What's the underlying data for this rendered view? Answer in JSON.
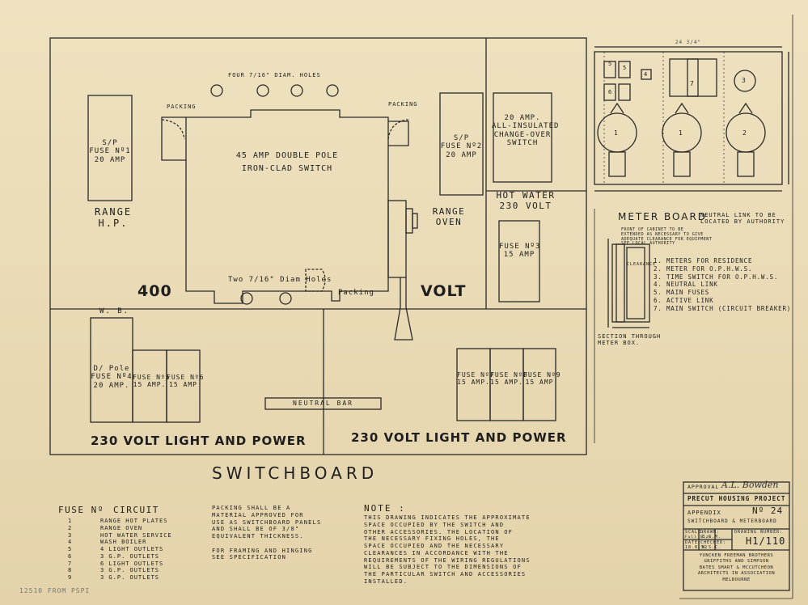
{
  "switchboard": {
    "title": "SWITCHBOARD",
    "range_hp": {
      "fuse": "S/P\nFUSE Nº1\n20 AMP",
      "label": "RANGE\nH.P."
    },
    "range_oven": {
      "fuse": "S/P\nFUSE Nº2\n20 AMP",
      "label": "RANGE\nOVEN"
    },
    "main_switch": "45 AMP DOUBLE POLE\nIRON-CLAD SWITCH",
    "top_holes": "FOUR 7/16\" DIAM. HOLES",
    "bottom_holes": "Two 7/16\" Diam Holes",
    "packing_left": "PACKING",
    "packing_right": "PACKING",
    "packing_bottom": "Packing",
    "changeover": "20 AMP.\nALL-INSULATED\nCHANGE-OVER\nSWITCH",
    "hot_water": "HOT WATER\n230 VOLT",
    "fuse3": "FUSE Nº3\n15 AMP",
    "v400": "400",
    "volt": "VOLT",
    "wb": "W. B.",
    "fuse4": "D/ Pole\nFUSE Nº4\n20 AMP.",
    "fuse5": "FUSE Nº5\n15 AMP.",
    "fuse6": "FUSE Nº6\n15 AMP",
    "fuse7": "FUSE Nº7\n15 AMP.",
    "fuse8": "FUSE Nº8\n15 AMP.",
    "fuse9": "FUSE Nº9\n15 AMP",
    "neutral_bar": "NEUTRAL BAR",
    "light_power_left": "230 VOLT LIGHT AND POWER",
    "light_power_right": "230 VOLT LIGHT AND POWER"
  },
  "meter_board": {
    "title": "METER BOARD",
    "neutral_note": "NEUTRAL LINK TO BE\nLOCATED BY AUTHORITY",
    "front_note": "FRONT OF CABINET TO BE\nEXTENDED AS NECESSARY TO GIVE\nADEQUATE CLEARANCE FOR EQUIPMENT\nSEE LOCAL AUTHORITY",
    "clearance": "CLEARANCE",
    "section": "SECTION THROUGH\nMETER BOX.",
    "dims": "24 3/4\"",
    "items": [
      "1. METERS FOR RESIDENCE",
      "2. METER FOR O.P.H.W.S.",
      "3. TIME SWITCH FOR O.P.H.W.S.",
      "4. NEUTRAL LINK",
      "5. MAIN FUSES",
      "6. ACTIVE LINK",
      "7. MAIN SWITCH (CIRCUIT BREAKER)"
    ]
  },
  "legend": {
    "header_fuse": "FUSE Nº",
    "header_circuit": "CIRCUIT",
    "rows": [
      {
        "n": "1",
        "c": "RANGE HOT PLATES"
      },
      {
        "n": "2",
        "c": "RANGE OVEN"
      },
      {
        "n": "3",
        "c": "HOT WATER SERVICE"
      },
      {
        "n": "4",
        "c": "WASH BOILER"
      },
      {
        "n": "5",
        "c": "4 LIGHT OUTLETS"
      },
      {
        "n": "6",
        "c": "3 G.P. OUTLETS"
      },
      {
        "n": "7",
        "c": "6 LIGHT OUTLETS"
      },
      {
        "n": "8",
        "c": "3 G.P. OUTLETS"
      },
      {
        "n": "9",
        "c": "3 G.P. OUTLETS"
      }
    ]
  },
  "packing_note": "PACKING SHALL BE A\nMATERIAL APPROVED FOR\nUSE AS SWITCHBOARD PANELS\nAND SHALL BE OF 3/8\"\nEQUIVALENT THICKNESS.\n\nFOR FRAMING AND HINGING\nSEE SPECIFICATION",
  "note": {
    "heading": "NOTE :",
    "body": "THIS DRAWING INDICATES THE APPROXIMATE\nSPACE OCCUPIED BY THE SWITCH AND\nOTHER ACCESSORIES. THE LOCATION OF\nTHE NECESSARY FIXING HOLES, THE\nSPACE OCCUPIED AND THE NECESSARY\nCLEARANCES IN ACCORDANCE WITH THE\nREQUIREMENTS OF THE WIRING REGULATIONS\nWILL BE SUBJECT TO THE DIMENSIONS OF\nTHE PARTICULAR SWITCH AND ACCESSORIES\nINSTALLED."
  },
  "title_block": {
    "approval": "APPROVAL",
    "signature": "A.L. Bowden",
    "project": "PRECUT HOUSING PROJECT",
    "appendix": "APPENDIX",
    "number": "Nº 24",
    "subtitle": "SWITCHBOARD & METERBOARD",
    "scale_label": "SCALE:",
    "scale": "Full Size",
    "drawn_label": "DRAWN:",
    "drawn": "E.C.M.",
    "date_label": "DATE:",
    "date": "18.8.52",
    "checked_label": "CHECKED:",
    "checked": "W.S.C.",
    "drawing_label": "DRAWING NUMBER:",
    "drawing_number": "H1/110",
    "architects": "YUNCKEN FREEMAN BROTHERS\nGRIFFITHS AND SIMPSON\nBATES SMART & MCCUTCHEON\nARCHITECTS IN ASSOCIATION\nMELBOURNE"
  },
  "archive_ref": "12510 FROM PSPI"
}
